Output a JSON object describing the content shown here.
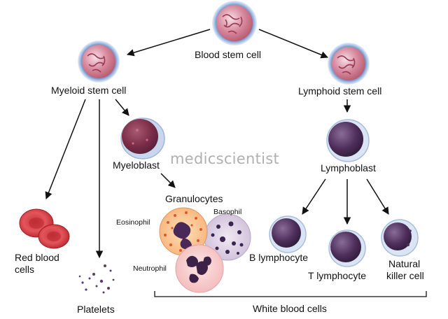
{
  "watermark": "medicscientist",
  "labels": {
    "blood_stem_cell": "Blood stem cell",
    "myeloid_stem_cell": "Myeloid stem cell",
    "lymphoid_stem_cell": "Lymphoid stem cell",
    "myeloblast": "Myeloblast",
    "lymphoblast": "Lymphoblast",
    "granulocytes": "Granulocytes",
    "eosinophil": "Eosinophil",
    "basophil": "Basophil",
    "neutrophil": "Neutrophil",
    "red_blood_cells_line1": "Red blood",
    "red_blood_cells_line2": "cells",
    "platelets": "Platelets",
    "b_lymphocyte": "B lymphocyte",
    "t_lymphocyte": "T lymphocyte",
    "natural_killer_line1": "Natural",
    "natural_killer_line2": "killer cell",
    "white_blood_cells": "White blood cells"
  }
}
